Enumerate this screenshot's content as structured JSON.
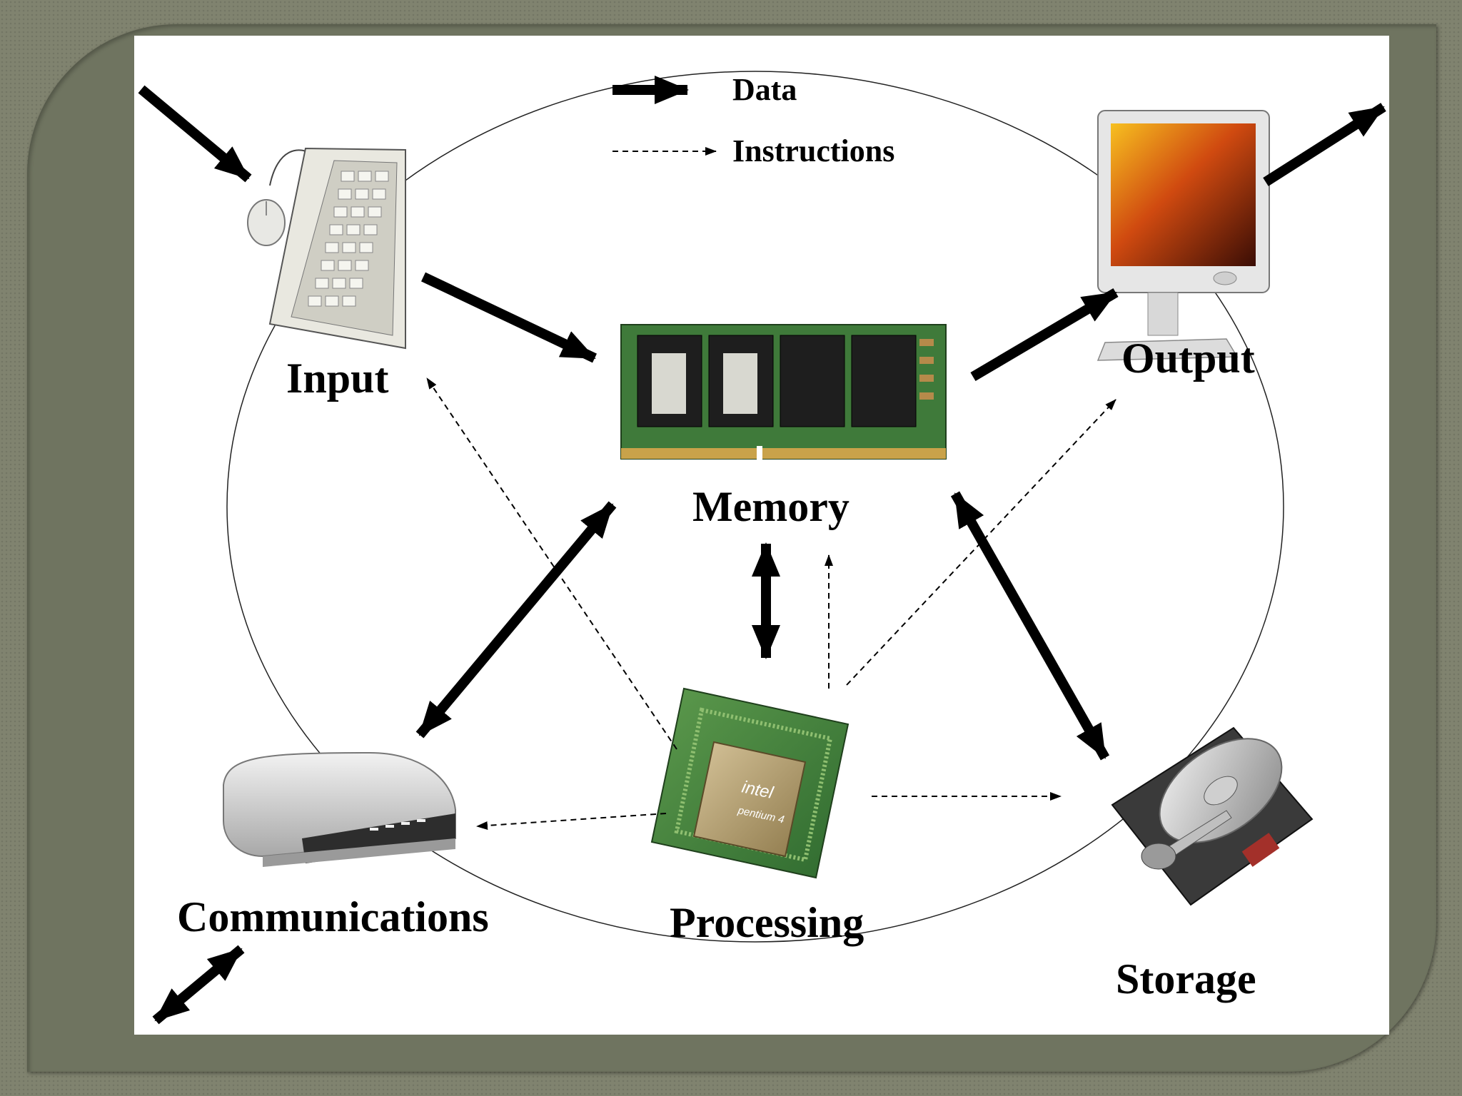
{
  "legend": {
    "data_label": "Data",
    "instructions_label": "Instructions"
  },
  "nodes": {
    "input": "Input",
    "memory": "Memory",
    "output": "Output",
    "processing": "Processing",
    "communications": "Communications",
    "storage": "Storage"
  },
  "colors": {
    "background": "#80836f",
    "panel": "#ffffff",
    "arrows": "#000000",
    "pcb_green": "#3f7a3a",
    "chip_gold": "#b8a070"
  },
  "chip_marking": {
    "brand": "intel",
    "model": "pentium 4"
  }
}
